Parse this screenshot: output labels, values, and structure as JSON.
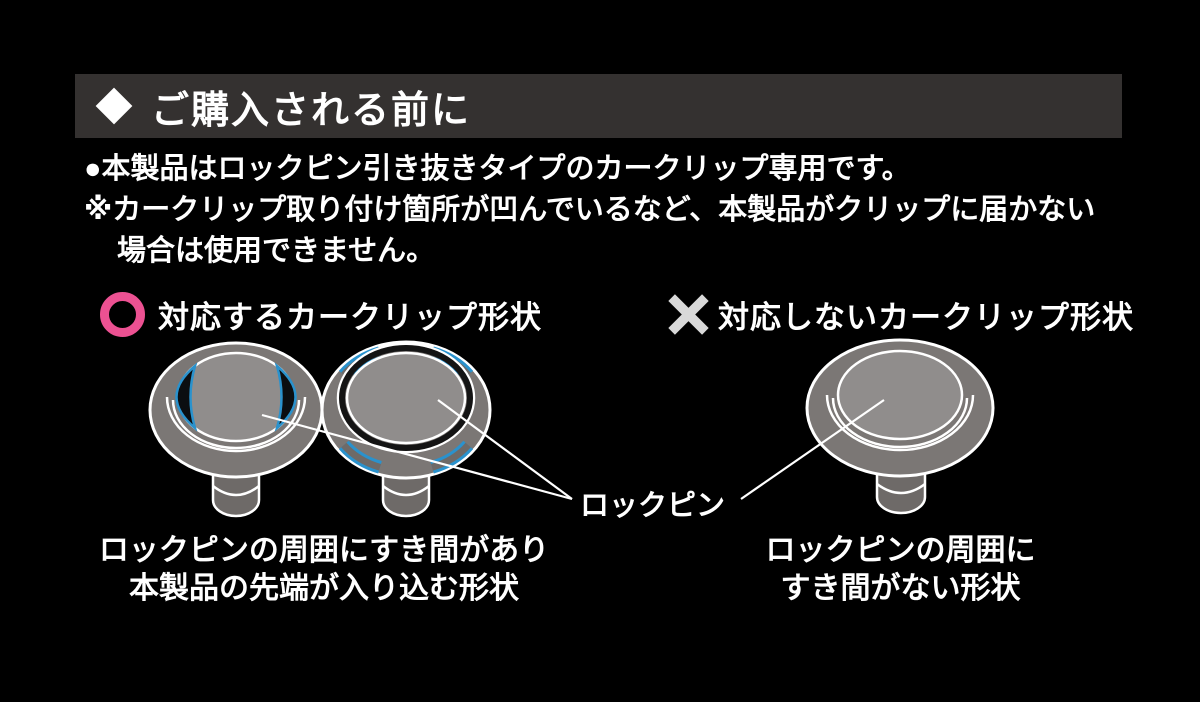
{
  "header": {
    "title": "ご購入される前に"
  },
  "notes": {
    "line1": "●本製品はロックピン引き抜きタイプのカークリップ専用です。",
    "line2": "※カークリップ取り付け箇所が凹んでいるなど、本製品がクリップに届かない",
    "line3": "場合は使用できません。"
  },
  "sections": {
    "compatible": {
      "mark": "circle",
      "label": "対応するカークリップ形状",
      "caption_line1": "ロックピンの周囲にすき間があり",
      "caption_line2": "本製品の先端が入り込む形状"
    },
    "incompatible": {
      "mark": "cross",
      "label": "対応しないカークリップ形状",
      "caption_line1": "ロックピンの周囲に",
      "caption_line2": "すき間がない形状"
    }
  },
  "labels": {
    "lock_pin": "ロックピン"
  },
  "colors": {
    "background": "#000000",
    "header_bar": "#343130",
    "text": "#ffffff",
    "compatible_ring": "#ec5192",
    "incompatible_cross": "#d9d9d9",
    "gap_highlight": "#2a92cd",
    "clip_body": "#7b7775",
    "clip_pin": "#908d8c",
    "clip_stem": "#6e6a68"
  }
}
